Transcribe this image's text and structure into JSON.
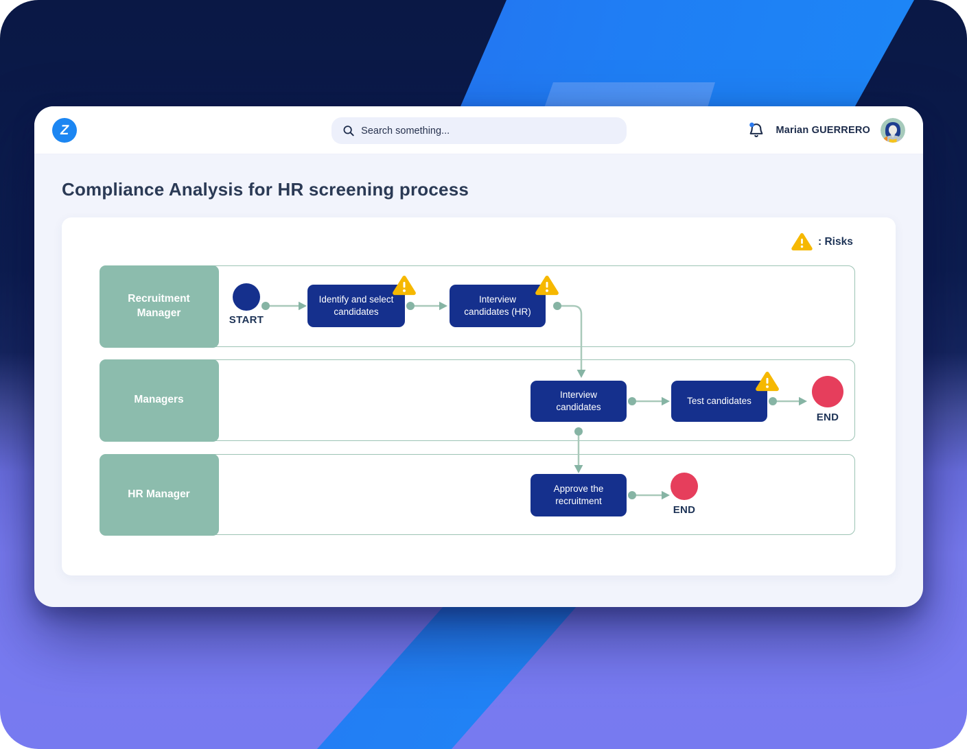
{
  "colors": {
    "brand_blue": "#1c86f2",
    "node_navy": "#15308d",
    "lane_green": "#8cbcad",
    "lane_border_green": "#9cc3b4",
    "warning_yellow": "#f6b801",
    "end_pink": "#e63e5c",
    "connector_sage": "#a9c9ba",
    "text_navy": "#1d3356",
    "bg_navy": "#0c1d4f",
    "bg_purple": "#7a7cf2",
    "accent_blue_shape": "#1b8cf8"
  },
  "topbar": {
    "logo_letter": "Z",
    "search_placeholder": "Search something...",
    "user_name": "Marian GUERRERO",
    "icons": {
      "search": "magnifier-icon",
      "notifications": "bell-icon-with-blue-dot",
      "avatar": "person-illustration"
    }
  },
  "page": {
    "title": "Compliance Analysis for HR screening process"
  },
  "legend": {
    "icon": "warning-triangle",
    "label": ": Risks"
  },
  "diagram": {
    "start_label": "START",
    "end_label": "END",
    "lanes": [
      {
        "label": "Recruitment Manager"
      },
      {
        "label": "Managers"
      },
      {
        "label": "HR Manager"
      }
    ],
    "nodes": [
      {
        "id": "identify-select-candidates",
        "label": "Identify and select candidates",
        "risk": true,
        "lane": 0
      },
      {
        "id": "interview-candidates-hr",
        "label": "Interview candidates (HR)",
        "risk": true,
        "lane": 0
      },
      {
        "id": "interview-candidates",
        "label": "Interview candidates",
        "risk": false,
        "lane": 1
      },
      {
        "id": "test-candidates",
        "label": "Test candidates",
        "risk": true,
        "lane": 1
      },
      {
        "id": "approve-recruitment",
        "label": "Approve the recruitment",
        "risk": false,
        "lane": 2
      }
    ],
    "edges": [
      {
        "from": "start",
        "to": "identify-select-candidates"
      },
      {
        "from": "identify-select-candidates",
        "to": "interview-candidates-hr"
      },
      {
        "from": "interview-candidates-hr",
        "to": "interview-candidates"
      },
      {
        "from": "interview-candidates",
        "to": "test-candidates"
      },
      {
        "from": "test-candidates",
        "to": "end-managers"
      },
      {
        "from": "interview-candidates",
        "to": "approve-recruitment"
      },
      {
        "from": "approve-recruitment",
        "to": "end-hr"
      }
    ]
  }
}
